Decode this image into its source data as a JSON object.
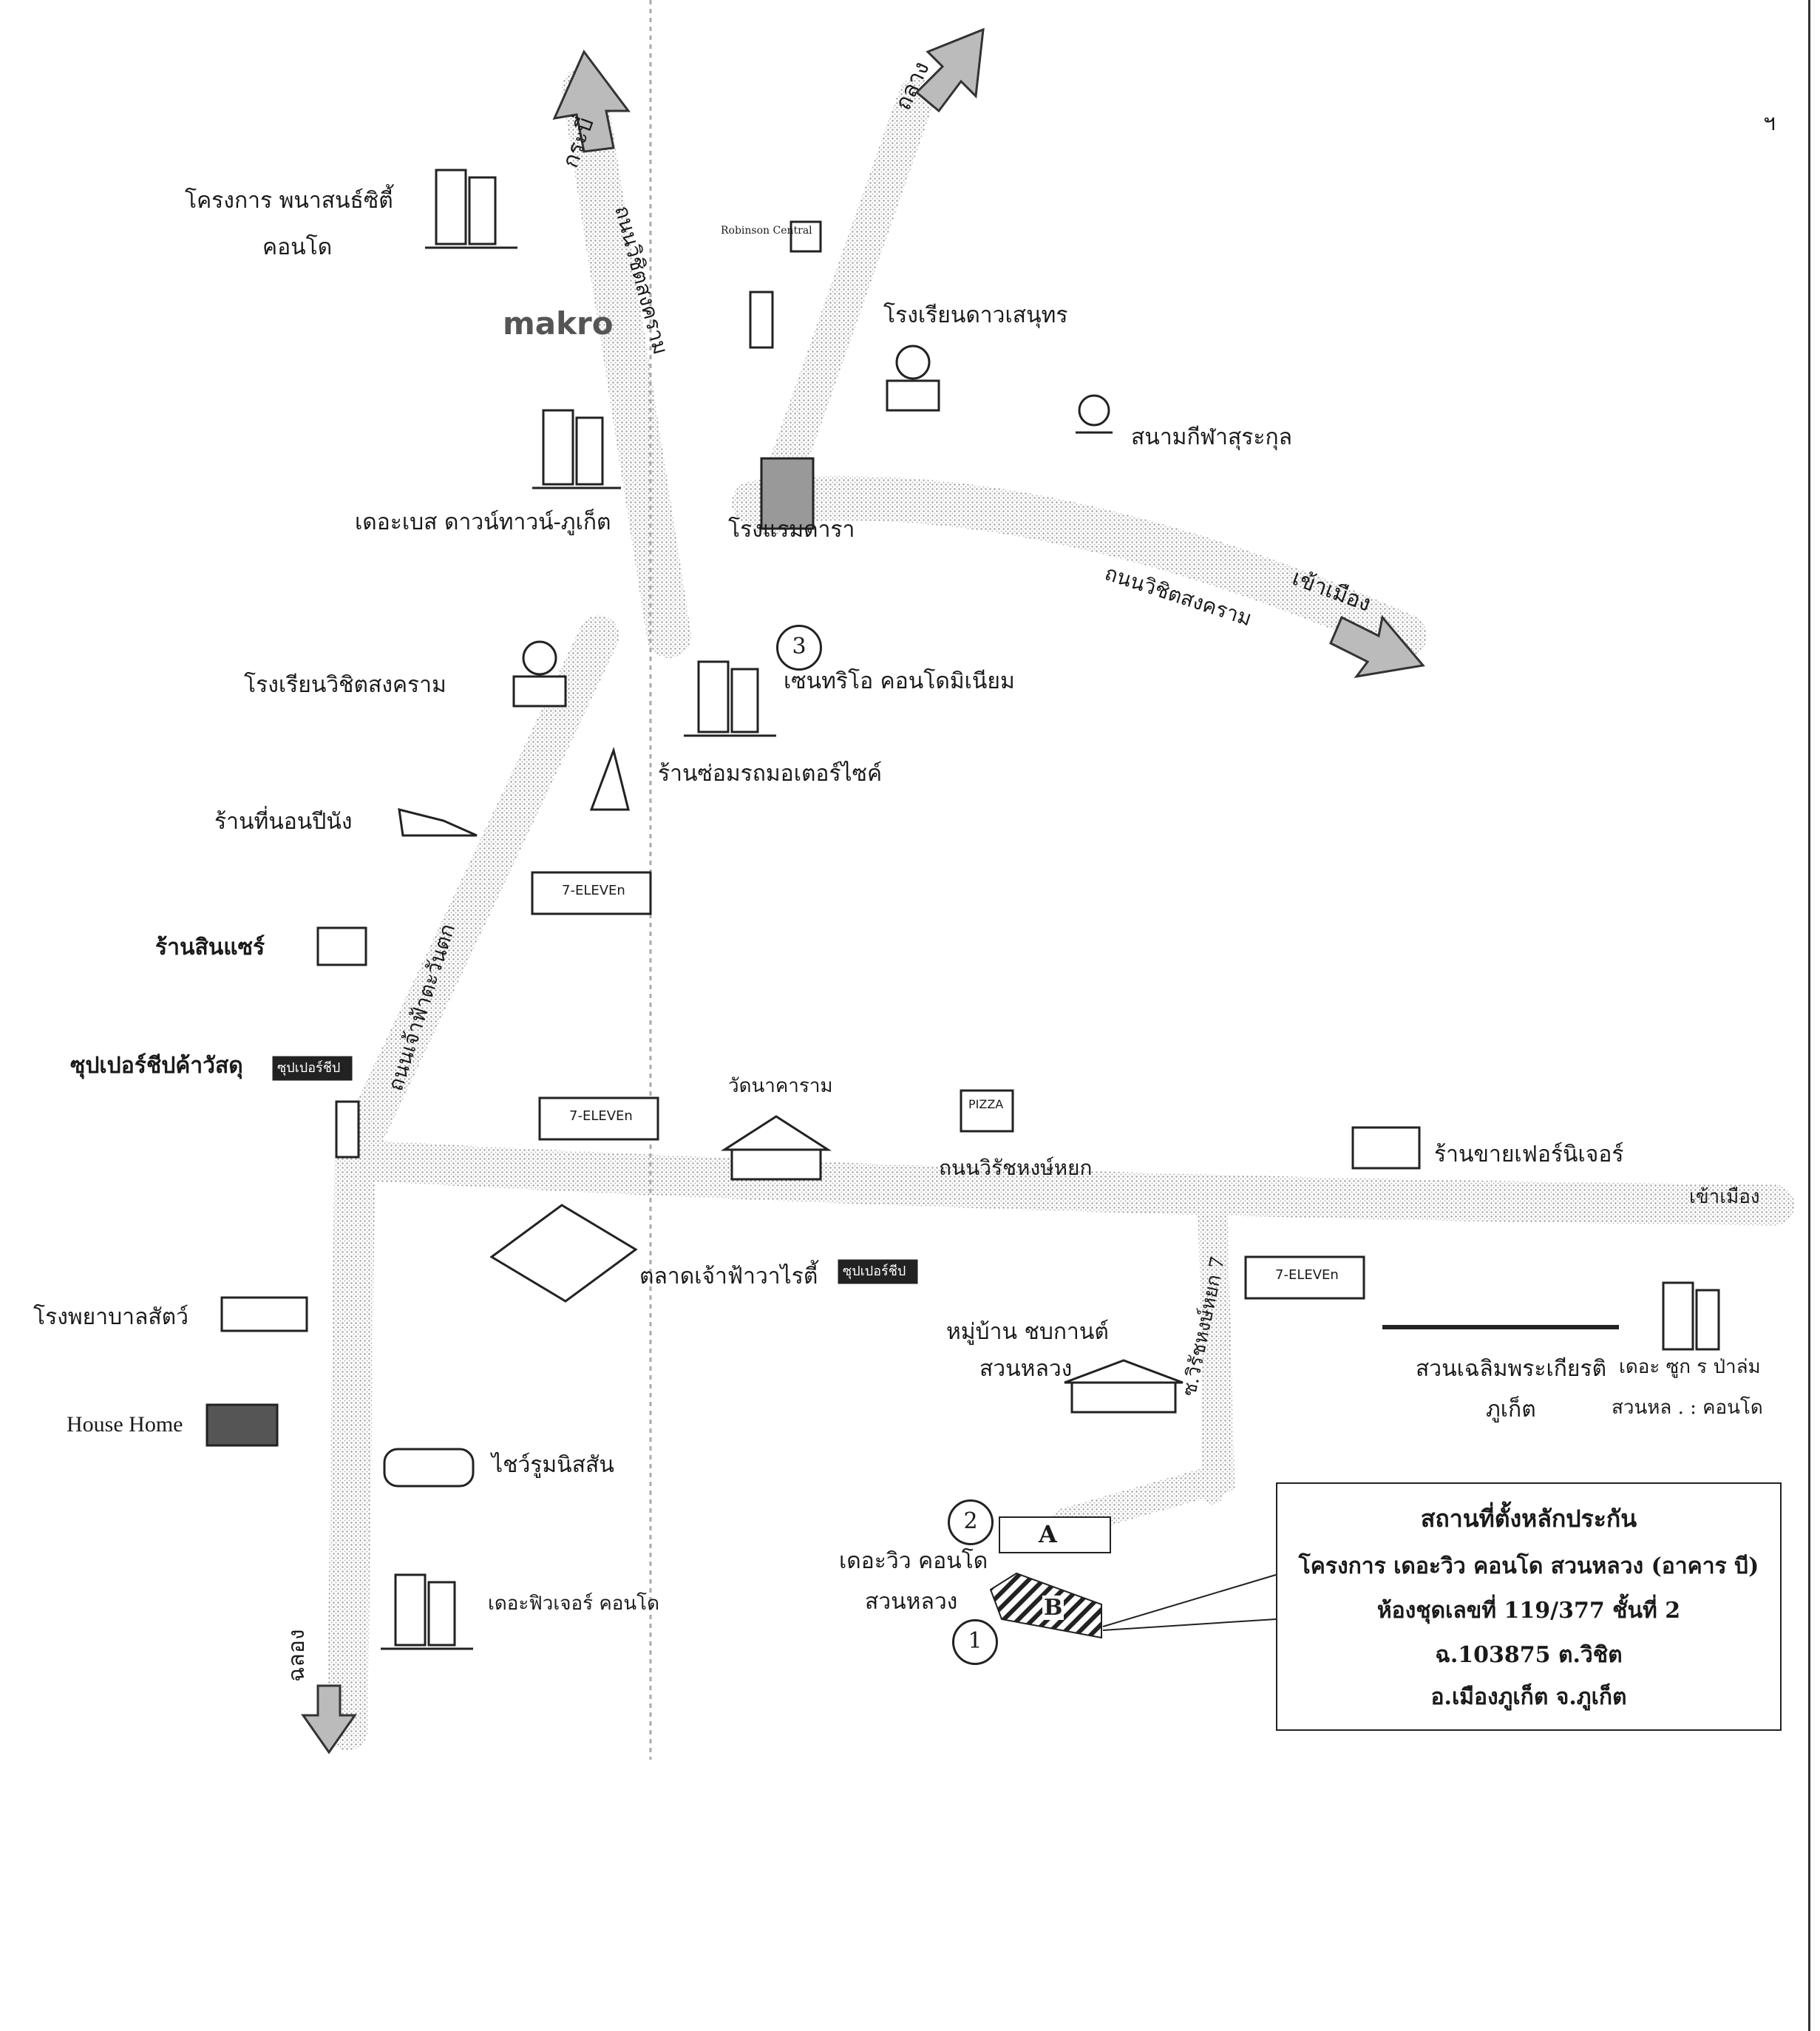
{
  "map": {
    "places": {
      "phanason_city": "โครงการ พนาสนธ์ซิตี้",
      "phanason_condo": "คอนโด",
      "makro": "makro",
      "robinson_central": "Robinson Central",
      "school_satri": "โรงเรียนดาวเสนุทร",
      "stadium": "สนามกีฬาสุระกุล",
      "the_base": "เดอะเบส ดาวน์ทาวน์-ภูเก็ต",
      "hotel": "โรงแรมดารา",
      "school_wichit": "โรงเรียนวิชิตสงคราม",
      "centrio": "เซนทริโอ คอนโดมิเนียม",
      "motorcycle_shop": "ร้านซ่อมรถมอเตอร์ไซค์",
      "noodle_shop": "ร้านที่นอนปีนัง",
      "sinsae_shop": "ร้านสินแซร์",
      "super_cheap_materials": "ซุปเปอร์ชีปค้าวัสดุ",
      "wat": "วัดนาคาราม",
      "pizza": "PIZZA",
      "furniture_shop": "ร้านขายเฟอร์นิเจอร์",
      "market": "ตลาดเจ้าฟ้าวาไรตี้",
      "village": "หมู่บ้าน ชบกานต์",
      "village2": "สวนหลวง",
      "park": "สวนเฉลิมพระเกียรติ",
      "park2": "ภูเก็ต",
      "the_zoot": "เดอะ ซูก ร ป่าล่ม",
      "the_zoot2": "สวนหล . : คอนโด",
      "vet_hospital": "โรงพยาบาลสัตว์",
      "house_home": "House Home",
      "car_care": "ไชว์รูมนิสสัน",
      "the_future": "เดอะฟิวเจอร์ คอนโด",
      "the_view_label": "เดอะวิว คอนโด",
      "the_view_label2": "สวนหลวง",
      "super_cheap_logo": "ซุปเปอร์ชีป",
      "seven_eleven": "7-ELEVEn"
    },
    "roads": {
      "wichit_songkhram_north": "ถนนวิชิตสงคราม",
      "wichit_songkhram_east": "ถนนวิชิตสงคราม",
      "chaofa_west": "ถนนเจ้าฟ้าตะวันตก",
      "wirat_hongyok": "ถนนวิรัชหงษ์หยก",
      "wirat_hongyok_soi": "ซ.วิรัชหงษ์หยก 7"
    },
    "directions": {
      "krabi": "กระบี่",
      "thalang": "ถลาง",
      "to_city_east": "เข้าเมือง",
      "to_city_right": "เข้าเมือง",
      "chalong": "ฉลอง",
      "corner_mark": "ฯ"
    },
    "markers": {
      "m1": "1",
      "m2": "2",
      "m3": "3",
      "block_a": "A",
      "block_b": "B"
    },
    "collateral_box": {
      "title": "สถานที่ตั้งหลักประกัน",
      "project": "โครงการ เดอะวิว คอนโด สวนหลวง (อาคาร บี)",
      "unit": "ห้องชุดเลขที่ 119/377 ชั้นที่ 2",
      "deed": "ฉ.103875 ต.วิชิต",
      "district": "อ.เมืองภูเก็ต จ.ภูเก็ต"
    }
  }
}
